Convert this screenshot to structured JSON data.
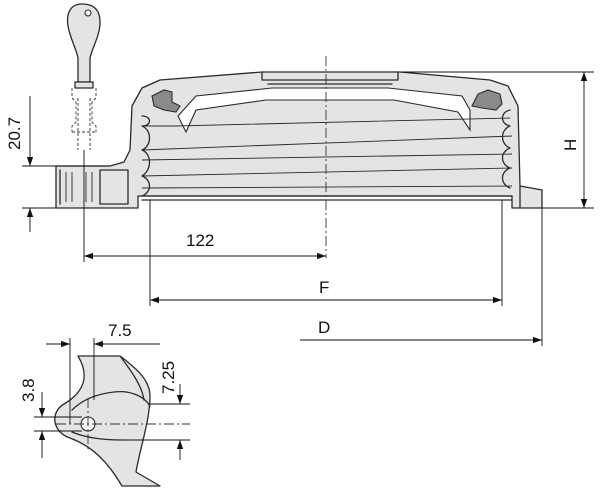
{
  "drawing": {
    "dimensions": {
      "flange_height": "20.7",
      "offset": "122",
      "diameter_f": "F",
      "diameter_d": "D",
      "height_h": "H",
      "detail_width": "7.5",
      "detail_hole": "3.8",
      "detail_height": "7.25"
    }
  },
  "colors": {
    "ink": "#2a2a2a",
    "body_fill": "#e4e4e4",
    "seal_fill": "#8a8a8a"
  }
}
